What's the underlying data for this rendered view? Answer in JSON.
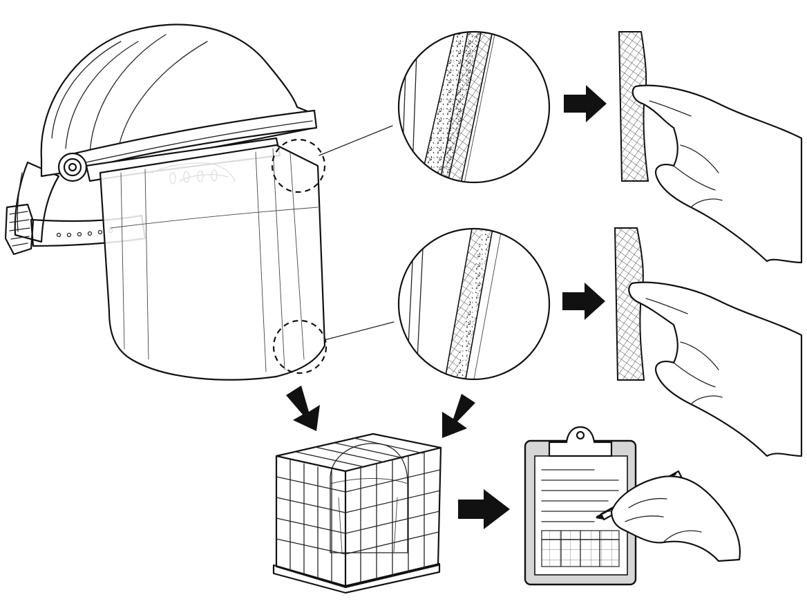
{
  "diagram": {
    "elements": [
      {
        "id": "face-shield-helmet",
        "icon": "face-shield-helmet-icon"
      },
      {
        "id": "inspection-circle-top",
        "icon": "dashed-circle-icon"
      },
      {
        "id": "inspection-circle-bottom",
        "icon": "dashed-circle-icon"
      },
      {
        "id": "magnified-edge-top",
        "icon": "magnifier-circle-icon"
      },
      {
        "id": "magnified-edge-bottom",
        "icon": "magnifier-circle-icon"
      },
      {
        "id": "edge-touch-check-top",
        "icon": "finger-touch-icon"
      },
      {
        "id": "edge-touch-check-bottom",
        "icon": "finger-touch-icon"
      },
      {
        "id": "storage-cage",
        "icon": "wire-cage-icon"
      },
      {
        "id": "inspection-log",
        "icon": "clipboard-icon"
      }
    ],
    "arrows": [
      {
        "from": "magnified-edge-top",
        "to": "edge-touch-check-top",
        "icon": "arrow-right-icon"
      },
      {
        "from": "magnified-edge-bottom",
        "to": "edge-touch-check-bottom",
        "icon": "arrow-right-icon"
      },
      {
        "from": "face-shield-helmet",
        "to": "storage-cage",
        "icon": "arrow-down-icon"
      },
      {
        "from": "magnified-edge-bottom",
        "to": "storage-cage",
        "icon": "arrow-down-icon"
      },
      {
        "from": "storage-cage",
        "to": "inspection-log",
        "icon": "arrow-right-icon"
      }
    ],
    "colors": {
      "ink": "#111111",
      "background": "#ffffff",
      "clipboard": "#d6d6d6"
    }
  }
}
